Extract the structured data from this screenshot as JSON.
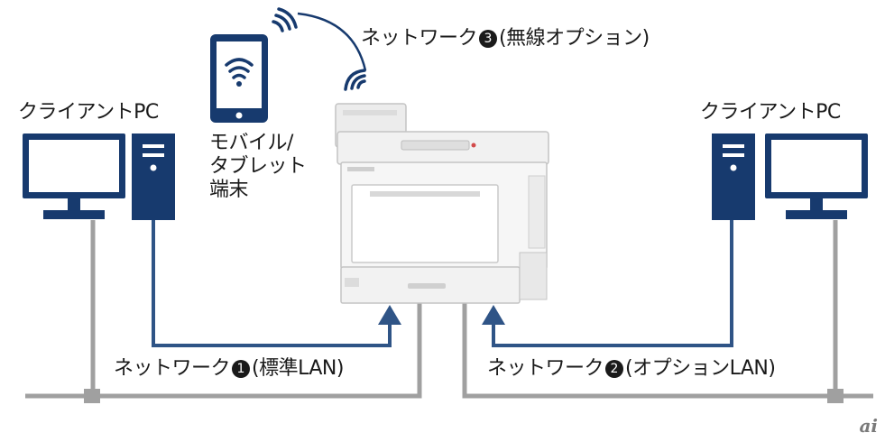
{
  "labels": {
    "client_left": "クライアントPC",
    "client_right": "クライアントPC",
    "mobile_lines": [
      "モバイル/",
      "タブレット",
      "端末"
    ],
    "net1_pre": "ネットワーク",
    "net1_num": "1",
    "net1_post": "(標準LAN)",
    "net2_pre": "ネットワーク",
    "net2_num": "2",
    "net2_post": "(オプションLAN)",
    "net3_pre": "ネットワーク",
    "net3_num": "3",
    "net3_post": "(無線オプション)",
    "logo": "ai"
  },
  "colors": {
    "device_blue": "#173a6e",
    "line_gray": "#a0a0a0",
    "arrow_blue": "#2f5486",
    "text": "#1a1a1a"
  },
  "icons": [
    "monitor-icon",
    "pc-tower-icon",
    "tablet-icon",
    "wifi-icon",
    "printer-icon"
  ]
}
